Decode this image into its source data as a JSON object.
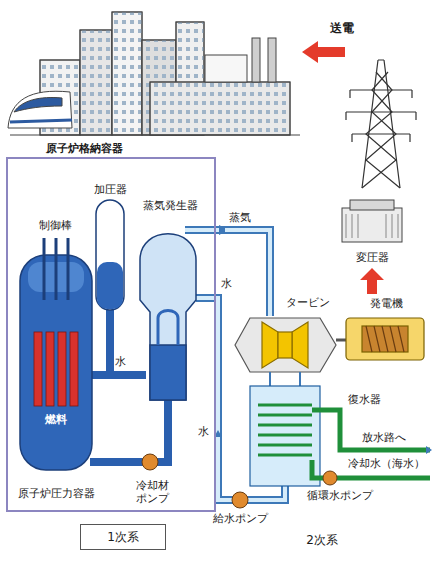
{
  "diagram": {
    "nodes": [
      {
        "text": [
          "原子炉格納容器"
        ]
      },
      {
        "text": [
          "1次系"
        ]
      }
    ],
    "labels": [
      "送電",
      "加圧器",
      "制御棒",
      "蒸気発生器",
      "蒸気",
      "水",
      "水",
      "燃料",
      "タービン",
      "発電機",
      "変圧器",
      "水",
      "冷却材 ポンプ",
      "原子炉圧力容器",
      "復水器",
      "放水路へ",
      "冷却水（海水）",
      "循環水ポンプ",
      "給水ポンプ",
      "2次系"
    ]
  }
}
